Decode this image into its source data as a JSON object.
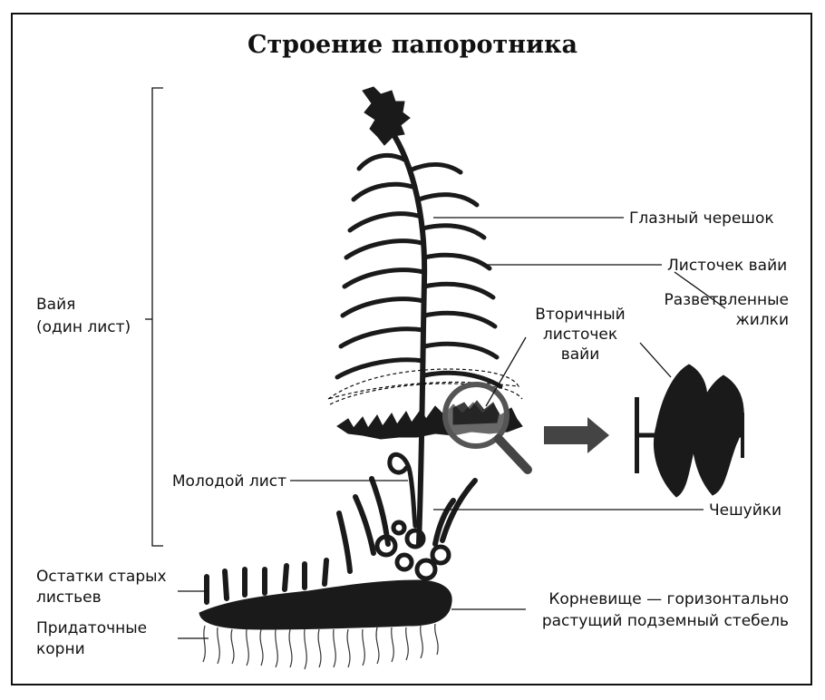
{
  "title": "Строение папоротника",
  "labels": {
    "vaya": [
      "Вайя",
      "(один лист)"
    ],
    "glazny_chereshok": "Глазный черешок",
    "listochek_vayi": "Листочек вайи",
    "vtorichny": [
      "Вторичный",
      "листочек",
      "вайи"
    ],
    "razvetvlennye": [
      "Разветвленные",
      "жилки"
    ],
    "molodoy_list": "Молодой лист",
    "cheshuyki": "Чешуйки",
    "ostatki": [
      "Остатки старых",
      "листьев"
    ],
    "pridatochnye": [
      "Придаточные",
      "корни"
    ],
    "kornevishche": [
      "Корневище — горизонтально",
      "растущий подземный стебель"
    ]
  }
}
